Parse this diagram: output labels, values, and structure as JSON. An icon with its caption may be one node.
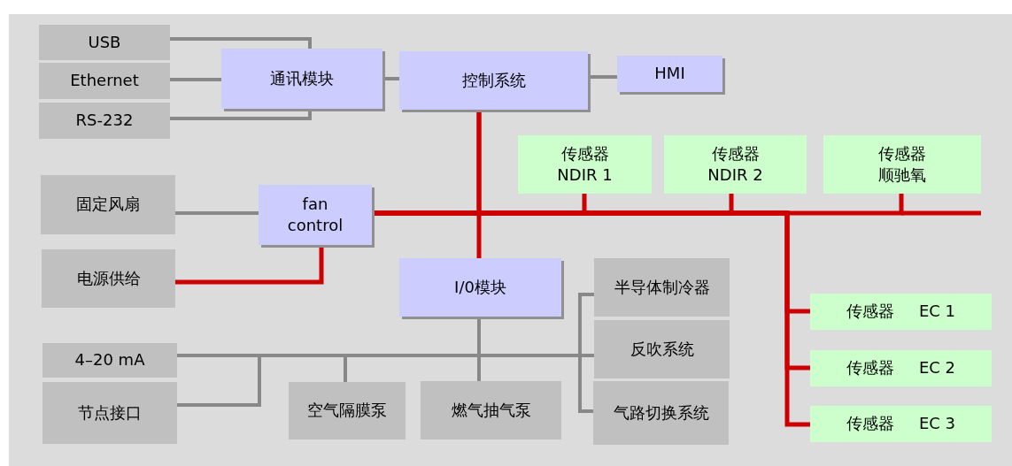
{
  "diagram": {
    "nodes": [
      {
        "text": [
          "USB"
        ]
      },
      {
        "text": [
          "Ethernet"
        ]
      },
      {
        "text": [
          "RS-232"
        ]
      },
      {
        "text": [
          "通讯模块"
        ]
      },
      {
        "text": [
          "控制系统"
        ]
      },
      {
        "text": [
          "HMI"
        ]
      },
      {
        "text": [
          "传感器",
          "NDIR 1"
        ]
      },
      {
        "text": [
          "传感器",
          "NDIR 2"
        ]
      },
      {
        "text": [
          "传感器",
          "顺驰氧"
        ]
      },
      {
        "text": [
          "固定风扇"
        ]
      },
      {
        "text": [
          "fan control"
        ]
      },
      {
        "text": [
          "电源供给"
        ]
      },
      {
        "text": [
          "I/0模块"
        ]
      },
      {
        "text": [
          "半导体制冷器"
        ]
      },
      {
        "text": [
          "反吹系统"
        ]
      },
      {
        "text": [
          "气路切换系统"
        ]
      },
      {
        "text": [
          "4–20 mA"
        ]
      },
      {
        "text": [
          "节点接口"
        ]
      },
      {
        "text": [
          "空气隔膜泵"
        ]
      },
      {
        "text": [
          "燃气抽气泵"
        ]
      },
      {
        "text": [
          "传感器",
          "EC 1"
        ]
      },
      {
        "text": [
          "传感器",
          "EC 2"
        ]
      },
      {
        "text": [
          "传感器",
          "EC 3"
        ]
      }
    ],
    "edges": [
      {
        "from": 0,
        "to": 3,
        "arrow": "none"
      },
      {
        "from": 1,
        "to": 3,
        "arrow": "none"
      },
      {
        "from": 2,
        "to": 3,
        "arrow": "none"
      },
      {
        "from": 3,
        "to": 4,
        "arrow": "none"
      },
      {
        "from": 4,
        "to": 5,
        "arrow": "none"
      },
      {
        "from": 9,
        "to": 10,
        "arrow": "none"
      },
      {
        "from": 4,
        "to": 12,
        "arrow": "none",
        "color": "#cc0000"
      },
      {
        "from": 4,
        "to": 10,
        "arrow": "none",
        "color": "#cc0000"
      },
      {
        "from": 10,
        "to": 6,
        "arrow": "none",
        "color": "#cc0000"
      },
      {
        "from": 10,
        "to": 7,
        "arrow": "none",
        "color": "#cc0000"
      },
      {
        "from": 10,
        "to": 8,
        "arrow": "none",
        "color": "#cc0000"
      },
      {
        "from": 10,
        "to": 20,
        "arrow": "none",
        "color": "#cc0000"
      },
      {
        "from": 10,
        "to": 21,
        "arrow": "none",
        "color": "#cc0000"
      },
      {
        "from": 10,
        "to": 22,
        "arrow": "none",
        "color": "#cc0000"
      },
      {
        "from": 11,
        "to": 10,
        "arrow": "none",
        "color": "#cc0000"
      },
      {
        "from": 12,
        "to": 16,
        "arrow": "none"
      },
      {
        "from": 12,
        "to": 17,
        "arrow": "none"
      },
      {
        "from": 12,
        "to": 18,
        "arrow": "none"
      },
      {
        "from": 12,
        "to": 19,
        "arrow": "none"
      },
      {
        "from": 12,
        "to": 13,
        "arrow": "none"
      },
      {
        "from": 12,
        "to": 14,
        "arrow": "none"
      },
      {
        "from": 12,
        "to": 15,
        "arrow": "none"
      }
    ]
  }
}
